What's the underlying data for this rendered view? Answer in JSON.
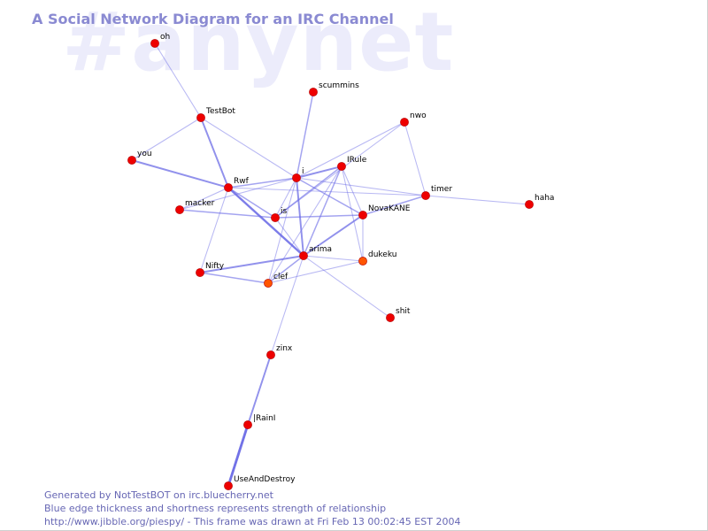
{
  "watermark": "#anynet",
  "title": "A Social Network Diagram for an IRC Channel",
  "footer": {
    "line1": "Generated by NotTestBOT on irc.bluecherry.net",
    "line2": "Blue edge thickness and shortness represents strength of relationship",
    "line3": "http://www.jibble.org/piespy/ - This frame was drawn at Fri Feb 13 00:02:45 EST 2004"
  },
  "colors": {
    "node": "#ee0000",
    "node_active": "#ff5500",
    "edge": "#6a6ae6",
    "title": "#8a8ad2",
    "watermark": "#ececfb"
  },
  "nodes": [
    {
      "id": "oh",
      "label": "oh"
    },
    {
      "id": "scummins",
      "label": "scummins"
    },
    {
      "id": "TestBot",
      "label": "TestBot"
    },
    {
      "id": "nwo",
      "label": "nwo"
    },
    {
      "id": "you",
      "label": "you"
    },
    {
      "id": "i",
      "label": "i"
    },
    {
      "id": "IRule",
      "label": "IRule"
    },
    {
      "id": "Rwf",
      "label": "Rwf"
    },
    {
      "id": "timer",
      "label": "timer"
    },
    {
      "id": "haha",
      "label": "haha"
    },
    {
      "id": "macker",
      "label": "macker"
    },
    {
      "id": "is",
      "label": "is"
    },
    {
      "id": "NovaKANE",
      "label": "NovaKANE"
    },
    {
      "id": "arima",
      "label": "arima"
    },
    {
      "id": "dukeku",
      "label": "dukeku",
      "active": true
    },
    {
      "id": "Nifty",
      "label": "Nifty"
    },
    {
      "id": "clef",
      "label": "clef",
      "active": true
    },
    {
      "id": "shit",
      "label": "shit"
    },
    {
      "id": "zinx",
      "label": "zinx"
    },
    {
      "id": "IRainI",
      "label": "|RainI"
    },
    {
      "id": "UseAndDestroy",
      "label": "UseAndDestroy"
    }
  ],
  "edges": [
    {
      "source": "oh",
      "target": "TestBot",
      "weight": 1
    },
    {
      "source": "TestBot",
      "target": "you",
      "weight": 1
    },
    {
      "source": "TestBot",
      "target": "Rwf",
      "weight": 3
    },
    {
      "source": "TestBot",
      "target": "i",
      "weight": 1
    },
    {
      "source": "you",
      "target": "Rwf",
      "weight": 3
    },
    {
      "source": "scummins",
      "target": "i",
      "weight": 2
    },
    {
      "source": "nwo",
      "target": "timer",
      "weight": 1
    },
    {
      "source": "nwo",
      "target": "i",
      "weight": 1
    },
    {
      "source": "nwo",
      "target": "is",
      "weight": 1
    },
    {
      "source": "timer",
      "target": "haha",
      "weight": 1
    },
    {
      "source": "timer",
      "target": "Rwf",
      "weight": 1
    },
    {
      "source": "timer",
      "target": "i",
      "weight": 1
    },
    {
      "source": "timer",
      "target": "NovaKANE",
      "weight": 2
    },
    {
      "source": "i",
      "target": "Rwf",
      "weight": 2
    },
    {
      "source": "i",
      "target": "IRule",
      "weight": 3
    },
    {
      "source": "i",
      "target": "arima",
      "weight": 3
    },
    {
      "source": "i",
      "target": "is",
      "weight": 1
    },
    {
      "source": "i",
      "target": "NovaKANE",
      "weight": 2
    },
    {
      "source": "i",
      "target": "macker",
      "weight": 1
    },
    {
      "source": "i",
      "target": "clef",
      "weight": 1
    },
    {
      "source": "IRule",
      "target": "is",
      "weight": 2
    },
    {
      "source": "IRule",
      "target": "arima",
      "weight": 2
    },
    {
      "source": "IRule",
      "target": "NovaKANE",
      "weight": 1
    },
    {
      "source": "IRule",
      "target": "dukeku",
      "weight": 1
    },
    {
      "source": "Rwf",
      "target": "arima",
      "weight": 4
    },
    {
      "source": "Rwf",
      "target": "is",
      "weight": 2
    },
    {
      "source": "Rwf",
      "target": "Nifty",
      "weight": 1
    },
    {
      "source": "Rwf",
      "target": "macker",
      "weight": 1
    },
    {
      "source": "macker",
      "target": "is",
      "weight": 2
    },
    {
      "source": "is",
      "target": "NovaKANE",
      "weight": 2
    },
    {
      "source": "is",
      "target": "arima",
      "weight": 1
    },
    {
      "source": "NovaKANE",
      "target": "arima",
      "weight": 3
    },
    {
      "source": "NovaKANE",
      "target": "dukeku",
      "weight": 1
    },
    {
      "source": "arima",
      "target": "dukeku",
      "weight": 1
    },
    {
      "source": "arima",
      "target": "Nifty",
      "weight": 3
    },
    {
      "source": "arima",
      "target": "clef",
      "weight": 2
    },
    {
      "source": "arima",
      "target": "shit",
      "weight": 1
    },
    {
      "source": "arima",
      "target": "zinx",
      "weight": 1
    },
    {
      "source": "Nifty",
      "target": "clef",
      "weight": 2
    },
    {
      "source": "clef",
      "target": "dukeku",
      "weight": 1
    },
    {
      "source": "clef",
      "target": "IRule",
      "weight": 1
    },
    {
      "source": "zinx",
      "target": "IRainI",
      "weight": 3
    },
    {
      "source": "IRainI",
      "target": "UseAndDestroy",
      "weight": 5
    }
  ]
}
